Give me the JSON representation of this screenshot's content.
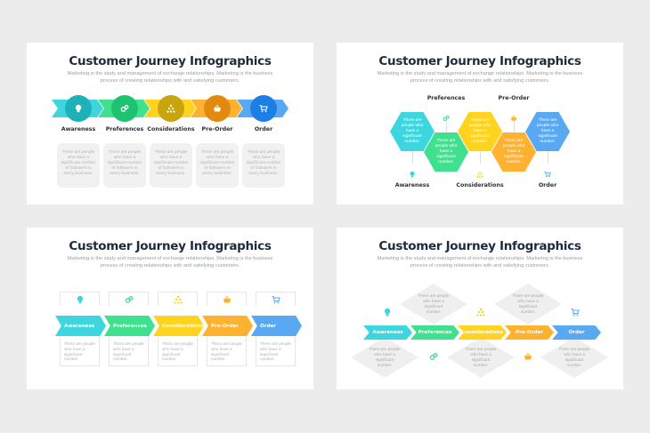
{
  "title": "Customer Journey Infographics",
  "subtitle": "Marketing is the study and management of exchange relationships. Marketing is the business process of creating relationships with and satisfying customers.",
  "stages": [
    {
      "label": "Awareness",
      "icon": "lightbulb-icon",
      "color": "#3dd6df",
      "dark": "#1fb1ba"
    },
    {
      "label": "Preferences",
      "icon": "gears-icon",
      "color": "#3fe08e",
      "dark": "#1cc46f"
    },
    {
      "label": "Considerations",
      "icon": "hierarchy-icon",
      "color": "#ffd31e",
      "dark": "#c8a40e"
    },
    {
      "label": "Pre-Order",
      "icon": "basket-icon",
      "color": "#ffb22f",
      "dark": "#e28a0d"
    },
    {
      "label": "Order",
      "icon": "cart-icon",
      "color": "#58a9f2",
      "dark": "#1c7fe6"
    }
  ],
  "slide1": {
    "desc": "There are people who have a significant number of followers in every business."
  },
  "slide2": {
    "desc": "There are people who have a significant number."
  },
  "slide3": {
    "desc": "There are people who have a significant number."
  },
  "slide4": {
    "desc": "There are people who have a significant number."
  }
}
